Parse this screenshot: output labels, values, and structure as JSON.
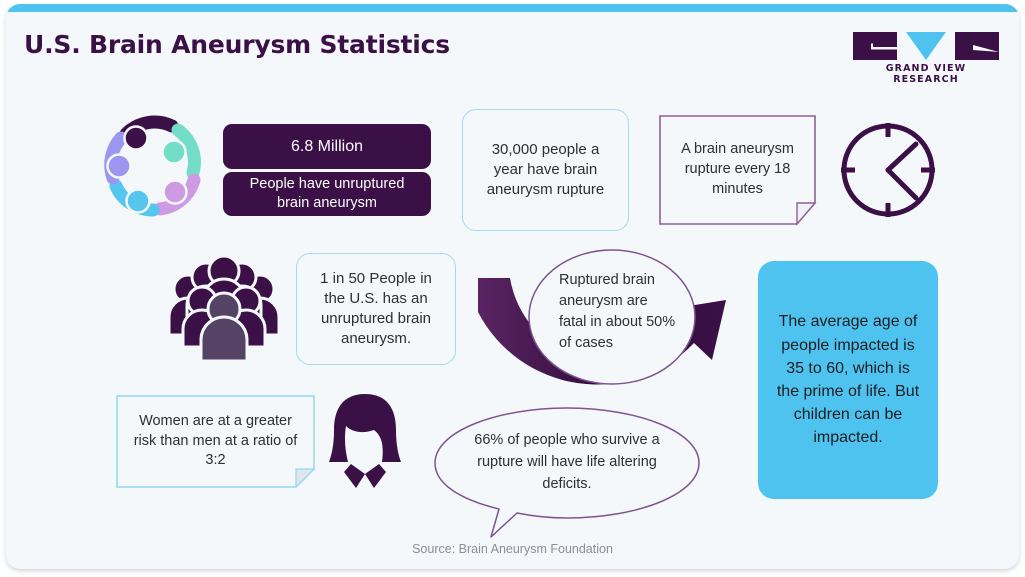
{
  "page": {
    "title": "U.S. Brain Aneurysm Statistics",
    "source": "Source: Brain Aneurysm Foundation",
    "accent_top": "#4ec3f0",
    "background": "#f4f8fb",
    "brand_purple": "#3b1047",
    "brand_blue": "#4fc3f0"
  },
  "logo": {
    "name": "GRAND VIEW RESEARCH",
    "text": "GRAND VIEW RESEARCH"
  },
  "stats": {
    "unruptured_number": "6.8 Million",
    "unruptured_caption": "People have unruptured brain aneurysm",
    "rupture_per_year": "30,000 people a year have brain aneurysm rupture",
    "rupture_frequency": "A brain aneurysm rupture every 18 minutes",
    "one_in_fifty": "1 in 50 People in the U.S. has an unruptured brain aneurysm.",
    "fatal_rate": "Ruptured brain aneurysm are fatal in about 50% of cases",
    "average_age": "The average age of people impacted is 35 to 60, which is the prime of life. But children can be impacted.",
    "women_risk": "Women are at a greater risk than men at a ratio of 3:2",
    "deficits": "66% of people who survive a rupture will have life altering deficits."
  },
  "icons": {
    "people_circle": "people-circle-icon",
    "clock": "clock-icon",
    "crowd": "crowd-icon",
    "woman": "woman-icon",
    "curved_arrow": "curved-arrow-icon"
  },
  "chart_data": {
    "type": "table",
    "title": "U.S. Brain Aneurysm Statistics",
    "categories": [
      "People with unruptured brain aneurysm",
      "Ruptures per year",
      "Rupture frequency",
      "Prevalence of unruptured aneurysm",
      "Fatality rate of ruptured aneurysm",
      "Average age impacted",
      "Women vs men risk ratio",
      "Survivors with life altering deficits"
    ],
    "values": [
      6800000,
      30000,
      18,
      0.02,
      0.5,
      "35 to 60",
      1.5,
      0.66
    ],
    "value_labels": [
      "6.8 Million",
      "30,000 per year",
      "every 18 minutes",
      "1 in 50",
      "50% of cases",
      "35 to 60 years",
      "3:2",
      "66%"
    ],
    "xlabel": "",
    "ylabel": "",
    "source": "Brain Aneurysm Foundation"
  }
}
